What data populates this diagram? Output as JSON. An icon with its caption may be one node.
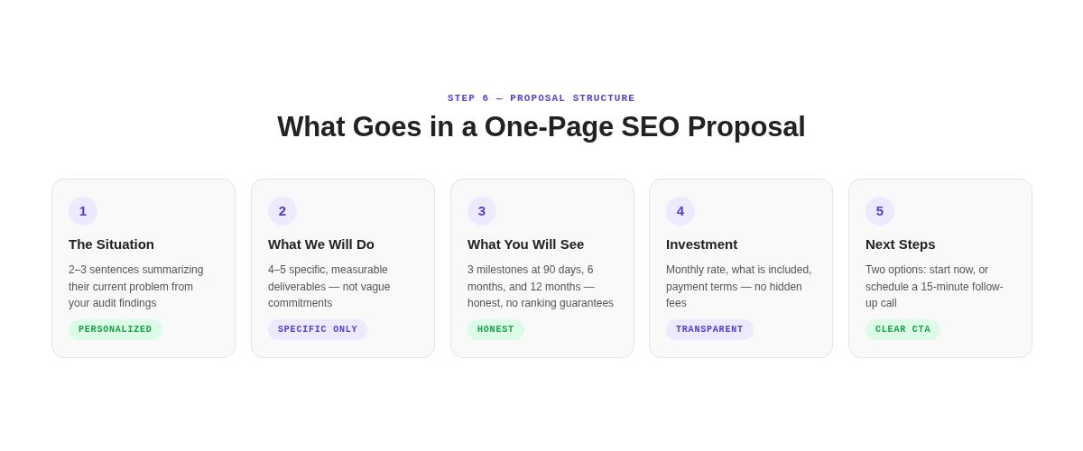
{
  "diagram": {
    "title": "What Goes in a One-Page SEO Proposal",
    "nodes": [
      {
        "text": [
          "The Situation",
          "2–3 sentences summarizing their current problem from your audit findings"
        ]
      },
      {
        "text": [
          "1"
        ],
        "in": 0
      },
      {
        "text": [
          "PERSONALIZED"
        ],
        "in": 0
      },
      {
        "text": [
          "What We Will Do",
          "4–5 specific, measurable deliverables — not vague commitments"
        ]
      },
      {
        "text": [
          "2"
        ],
        "in": 3
      },
      {
        "text": [
          "SPECIFIC ONLY"
        ],
        "in": 3
      },
      {
        "text": [
          "What You Will See",
          "3 milestones at 90 days, 6 months, and 12 months — honest, no ranking guarantees"
        ]
      },
      {
        "text": [
          "3"
        ],
        "in": 6
      },
      {
        "text": [
          "HONEST"
        ],
        "in": 6
      },
      {
        "text": [
          "Investment",
          "Monthly rate, what is included, payment terms — no hidden fees"
        ]
      },
      {
        "text": [
          "4"
        ],
        "in": 9
      },
      {
        "text": [
          "TRANSPARENT"
        ],
        "in": 9
      },
      {
        "text": [
          "Next Steps",
          "Two options: start now, or schedule a 15-minute follow-up call"
        ]
      },
      {
        "text": [
          "5"
        ],
        "in": 12
      },
      {
        "text": [
          "CLEAR CTA"
        ],
        "in": 12
      }
    ],
    "edges": [],
    "labels": [
      "STEP 6 — PROPOSAL STRUCTURE"
    ]
  }
}
